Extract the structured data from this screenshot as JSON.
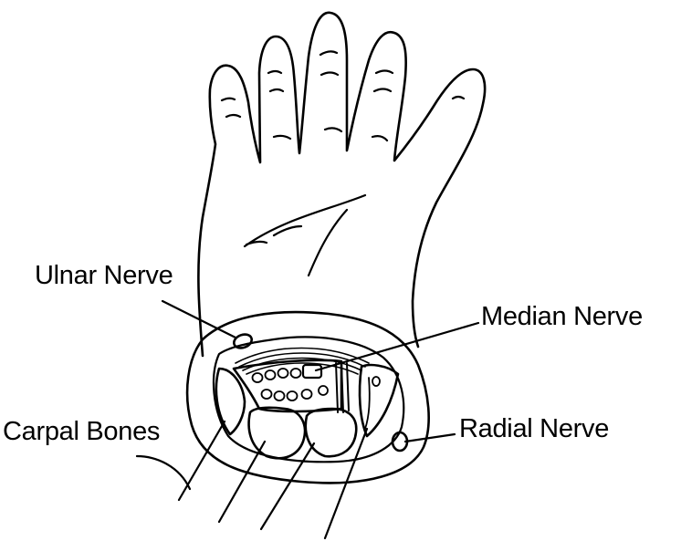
{
  "labels": {
    "ulnar_nerve": "Ulnar Nerve",
    "median_nerve": "Median Nerve",
    "carpal_bones": "Carpal Bones",
    "radial_nerve": "Radial Nerve"
  },
  "colors": {
    "ink": "#000000",
    "background": "#ffffff"
  }
}
